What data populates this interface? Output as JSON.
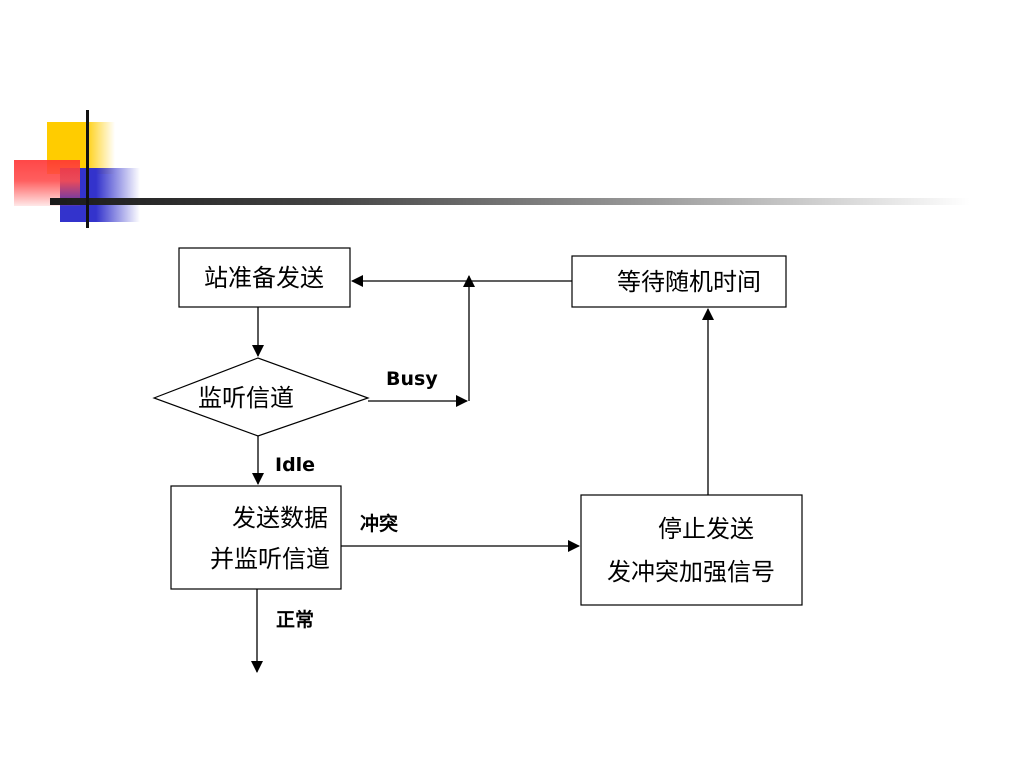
{
  "nodes": {
    "station_ready": "站准备发送",
    "listen_channel": "监听信道",
    "send_data_line1": "发送数据",
    "send_data_line2": "并监听信道",
    "stop_send_line1": "停止发送",
    "stop_send_line2": "发冲突加强信号",
    "wait_random": "等待随机时间"
  },
  "edges": {
    "busy": "Busy",
    "idle": "Idle",
    "collision": "冲突",
    "normal": "正常"
  },
  "colors": {
    "accent_yellow": "#ffcc00",
    "accent_blue": "#3333cc",
    "accent_red": "#ff4d4d"
  }
}
